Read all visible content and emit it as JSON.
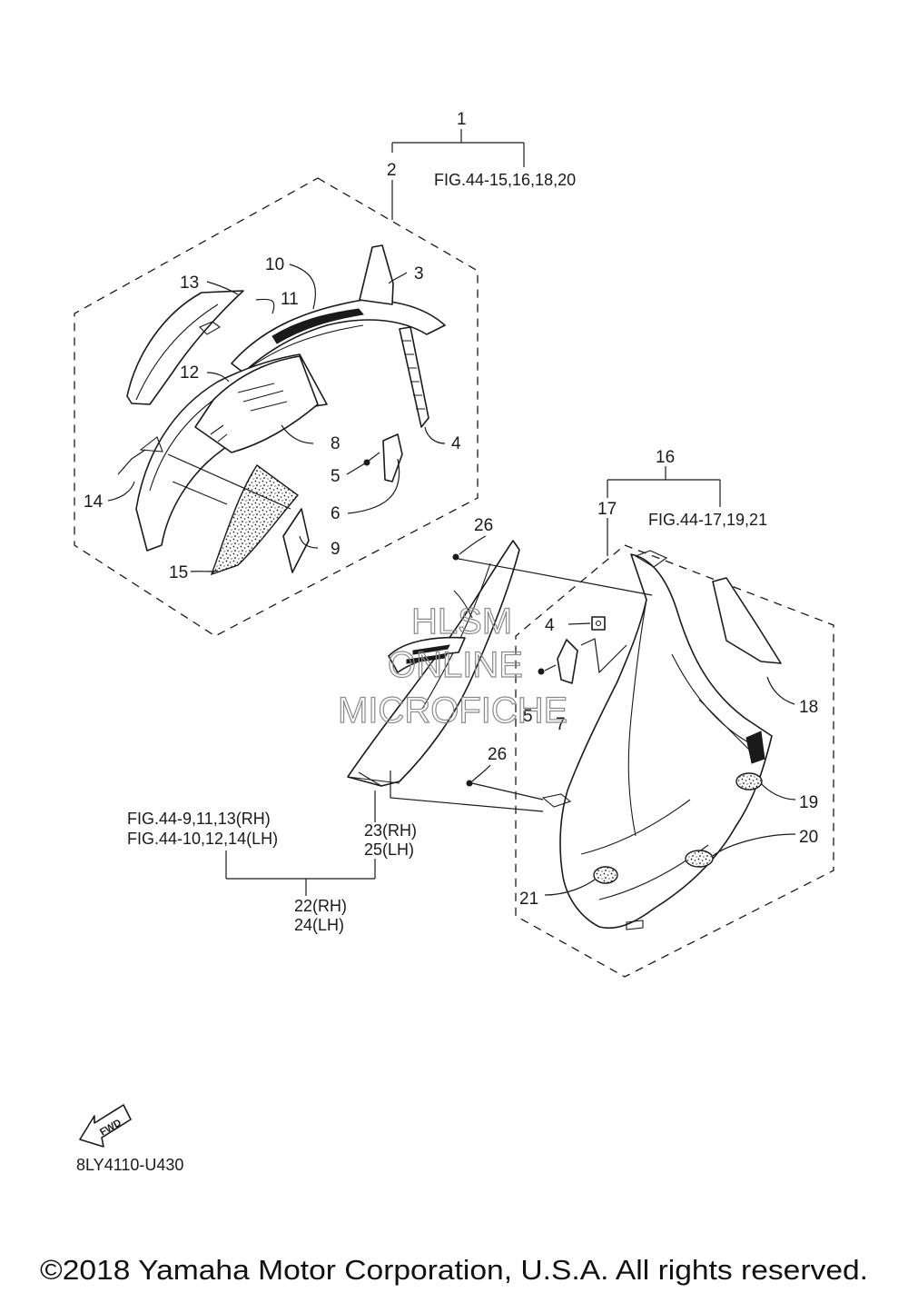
{
  "callouts": {
    "c1": "1",
    "c2": "2",
    "c3": "3",
    "c4a": "4",
    "c4b": "4",
    "c5a": "5",
    "c5b": "5",
    "c6": "6",
    "c7": "7",
    "c8": "8",
    "c9": "9",
    "c10": "10",
    "c11": "11",
    "c12": "12",
    "c13": "13",
    "c14": "14",
    "c15": "15",
    "c16": "16",
    "c17": "17",
    "c18": "18",
    "c19": "19",
    "c20": "20",
    "c21": "21",
    "c26a": "26",
    "c26b": "26"
  },
  "references": {
    "ref_upper": "FIG.44-15,16,18,20",
    "ref_lower": "FIG.44-17,19,21",
    "ref_rh": "FIG.44-9,11,13(RH)",
    "ref_lh": "FIG.44-10,12,14(LH)",
    "c23_25_line1": "23(RH)",
    "c23_25_line2": "25(LH)",
    "c22_24_line1": "22(RH)",
    "c22_24_line2": "24(LH)"
  },
  "fwd_badge": "FWD",
  "diagram_code": "8LY4110-U430",
  "watermark": {
    "line1": "HLSM",
    "line2": "ONLINE",
    "line3": "MICROFICHE"
  },
  "copyright": "©2018 Yamaha Motor Corporation, U.S.A. All rights reserved."
}
